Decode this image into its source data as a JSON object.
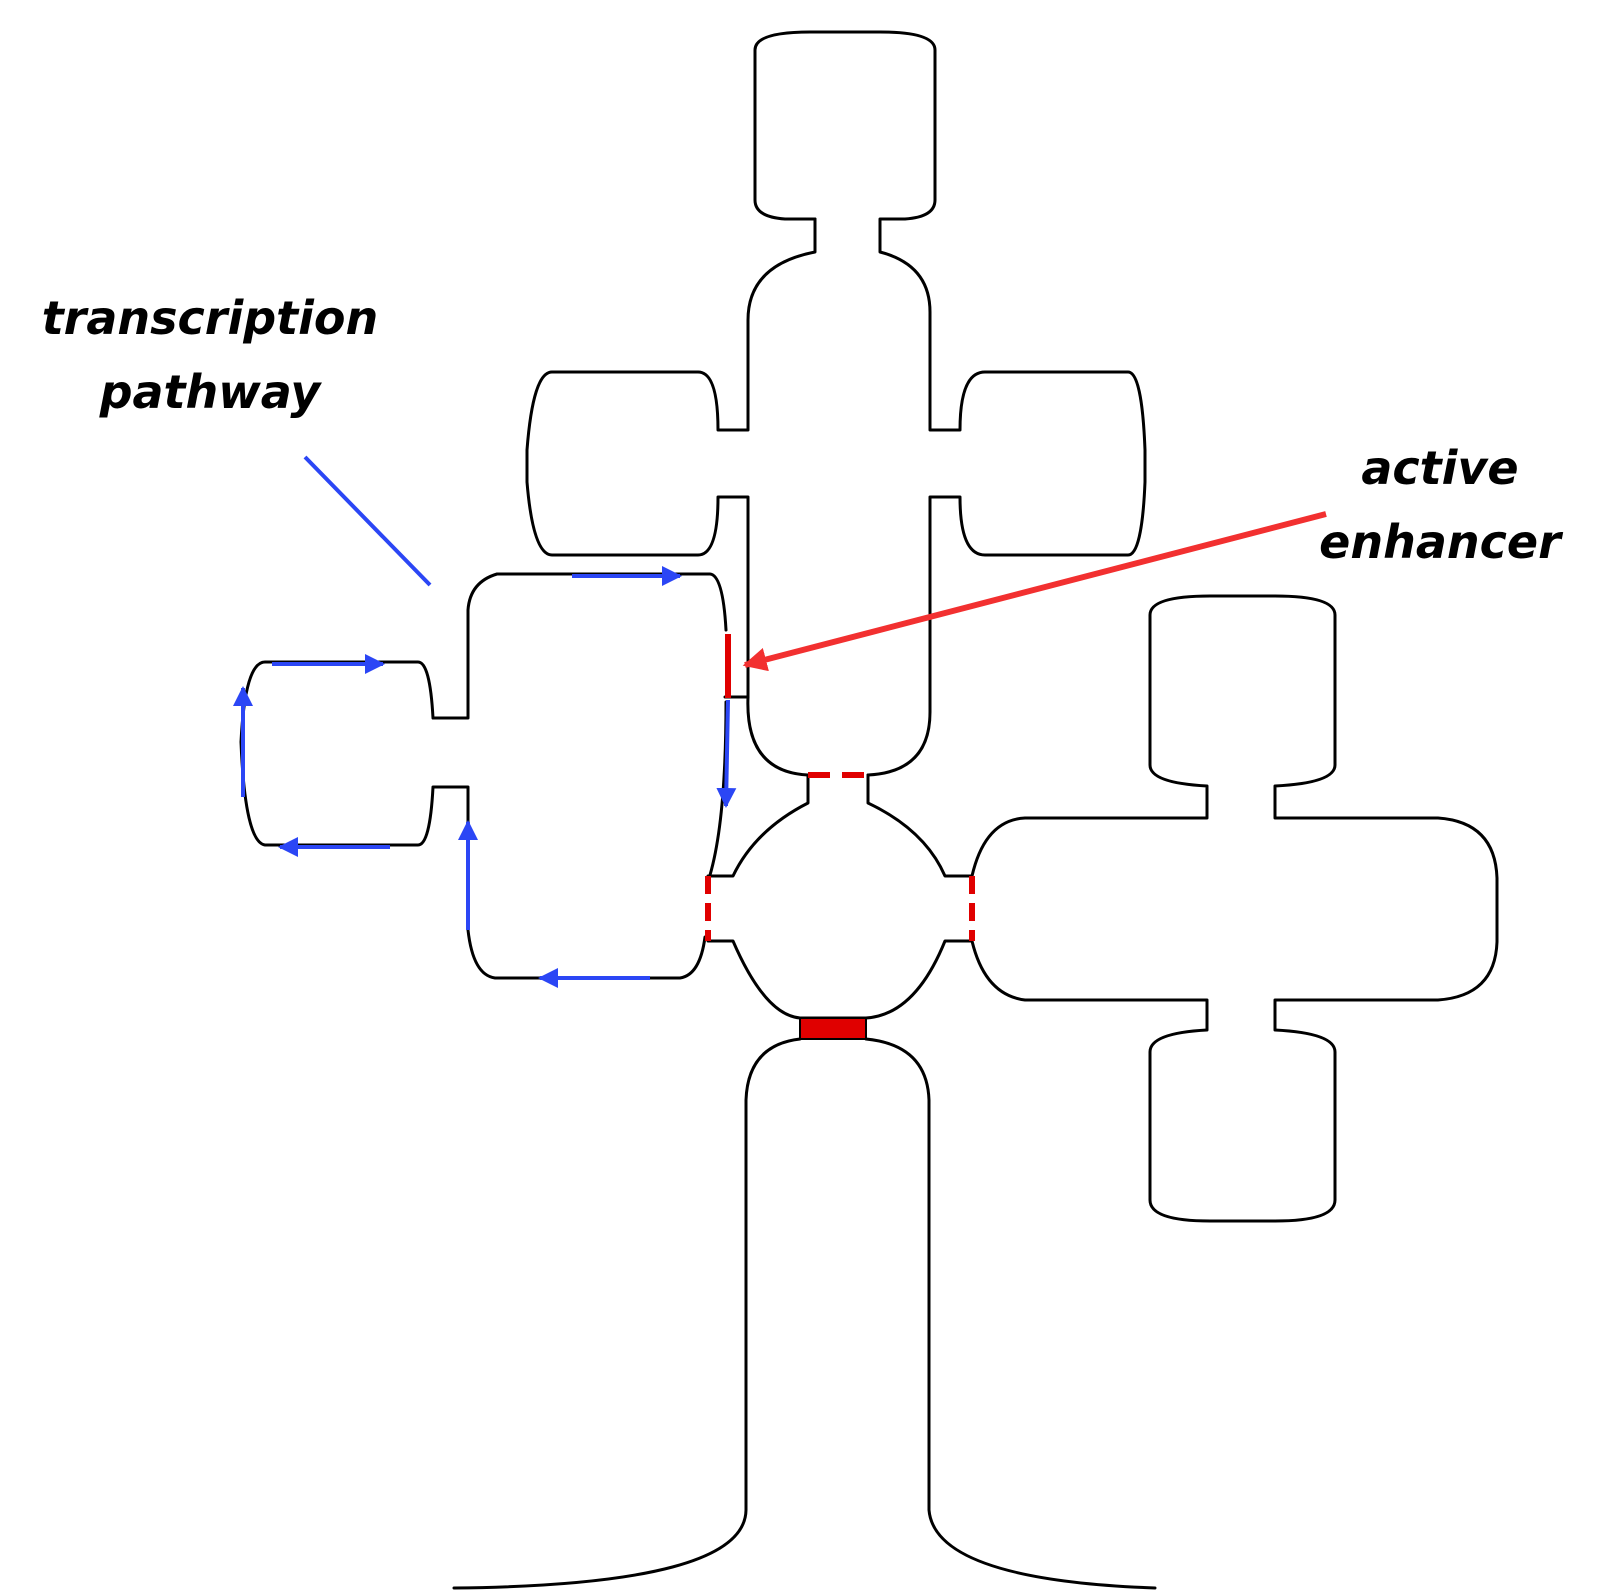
{
  "labels": {
    "transcription_pathway": [
      "transcription",
      "pathway"
    ],
    "active_enhancer": [
      "active",
      "enhancer"
    ]
  },
  "colors": {
    "outline": "#000000",
    "pathway": "#2b46f5",
    "enhancer": "#f23030",
    "site": "#e00000"
  }
}
